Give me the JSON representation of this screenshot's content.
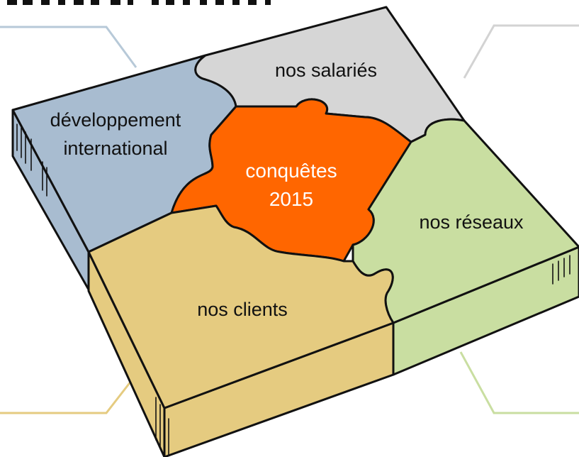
{
  "diagram": {
    "pieces": {
      "top": {
        "label": "nos salariés",
        "color": "#d6d6d6"
      },
      "left": {
        "line1": "développement",
        "line2": "international",
        "color": "#a8bcd0"
      },
      "center": {
        "line1": "conquêtes",
        "line2": "2015",
        "color": "#ff6600",
        "text_color": "#ffffff"
      },
      "right": {
        "label": "nos réseaux",
        "color": "#c9dea1"
      },
      "bottom": {
        "label": "nos clients",
        "color": "#e5cb80"
      }
    },
    "connector_colors": {
      "top_left": "#b7c9d8",
      "top_right": "#d3d3d3",
      "bottom_left": "#e5cb80",
      "bottom_right": "#c9dea1"
    }
  }
}
